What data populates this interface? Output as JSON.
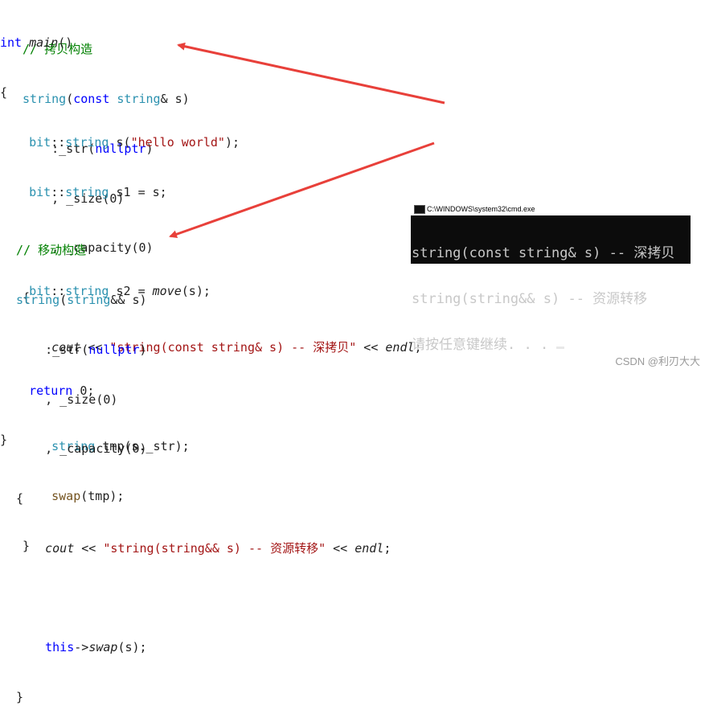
{
  "copy_ctor": {
    "comment": "// 拷贝构造",
    "l1_func": "string",
    "l1_paren": "(",
    "l1_const": "const",
    "l1_type": " string",
    "l1_rest": "& s)",
    "l2_a": "    :_str(",
    "l2_null": "nullptr",
    "l2_b": ")",
    "l3": "    , _size(0)",
    "l4": "    , _capacity(0)",
    "l5": "{",
    "l6_a": "    ",
    "l6_cout": "cout",
    "l6_b": " << ",
    "l6_str": "\"string(const string& s) -- 深拷贝\"",
    "l6_c": " << ",
    "l6_endl": "endl",
    "l6_d": ";",
    "l8_a": "    ",
    "l8_type": "string",
    "l8_b": " tmp(s._str);",
    "l9_a": "    ",
    "l9_fn": "swap",
    "l9_b": "(tmp);",
    "l10": "}"
  },
  "move_ctor": {
    "comment": "// 移动构造",
    "l1_func": "string",
    "l1_paren": "(",
    "l1_type": "string",
    "l1_rest": "&& s)",
    "l2_a": "    :_str(",
    "l2_null": "nullptr",
    "l2_b": ")",
    "l3": "    , _size(0)",
    "l4": "    , _capacity(0)",
    "l5": "{",
    "l6_a": "    ",
    "l6_cout": "cout",
    "l6_b": " << ",
    "l6_str": "\"string(string&& s) -- 资源转移\"",
    "l6_c": " << ",
    "l6_endl": "endl",
    "l6_d": ";",
    "l8_a": "    ",
    "l8_this": "this",
    "l8_b": "->",
    "l8_swap": "swap",
    "l8_c": "(s);",
    "l9": "}"
  },
  "main_snippet": {
    "l1_kw": "int",
    "l1_fn": "main",
    "l1_b": "()",
    "l2": "{",
    "l3_a": "    ",
    "l3_ns": "bit",
    "l3_sep": "::",
    "l3_type": "string",
    "l3_b": " s(",
    "l3_str": "\"hello world\"",
    "l3_c": ");",
    "l4_a": "    ",
    "l4_ns": "bit",
    "l4_sep": "::",
    "l4_type": "string",
    "l4_b": " s1 = s;",
    "l6_a": "    ",
    "l6_ns": "bit",
    "l6_sep": "::",
    "l6_type": "string",
    "l6_b": " s2 = ",
    "l6_move": "move",
    "l6_c": "(s);",
    "l8_a": "    ",
    "l8_kw": "return",
    "l8_b": " 0;",
    "l9": "}"
  },
  "console": {
    "title": "C:\\WINDOWS\\system32\\cmd.exe",
    "line1": "string(const string& s) -- 深拷贝",
    "line2": "string(string&& s) -- 资源转移",
    "line3": "请按任意键继续. . . "
  },
  "watermark": "CSDN @利刃大大",
  "colors": {
    "arrow": "#e8403a",
    "comment": "#008000",
    "type": "#2b91af",
    "keyword": "#0000ff",
    "string": "#a31515",
    "console_bg": "#0c0c0c"
  }
}
